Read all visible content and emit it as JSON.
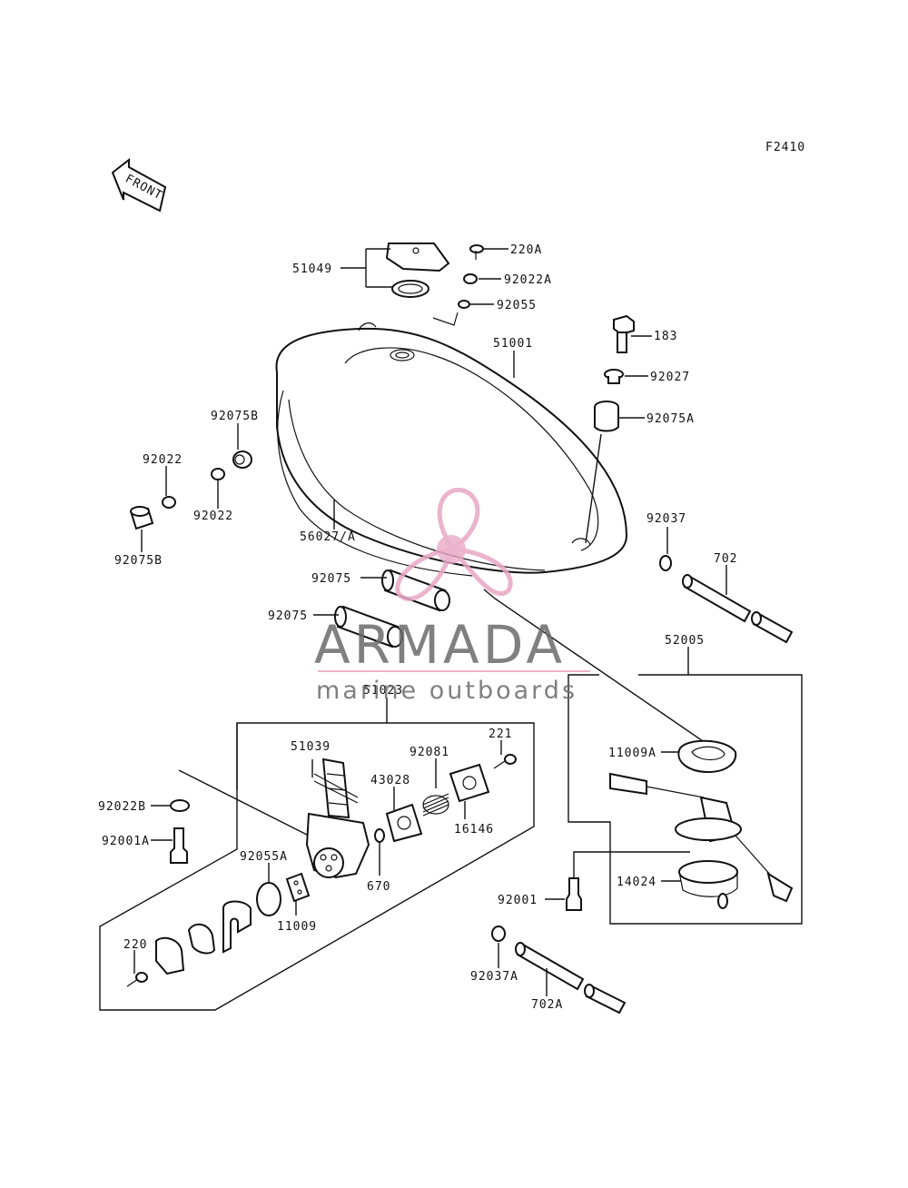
{
  "figure_code": "F2410",
  "front_arrow_label": "FRONT",
  "watermark": {
    "brand": "ARMADA",
    "tagline": "marine outboards",
    "accent": "#e8a6c4",
    "text_color": "#6a6a6a"
  },
  "labels": {
    "p51049": "51049",
    "p220A": "220A",
    "p92022A": "92022A",
    "p92055": "92055",
    "p51001": "51001",
    "p183": "183",
    "p92027": "92027",
    "p92075A": "92075A",
    "p92075B_top": "92075B",
    "p92022_left": "92022",
    "p92022_mid": "92022",
    "p92075B_bot": "92075B",
    "p56027": "56027/A",
    "p92037": "92037",
    "p702": "702",
    "p92075_a": "92075",
    "p92075_b": "92075",
    "p52005": "52005",
    "p51023": "51023",
    "p221": "221",
    "p51039": "51039",
    "p92081": "92081",
    "p43028": "43028",
    "p11009A": "11009A",
    "p92022B": "92022B",
    "p16146": "16146",
    "p92001A": "92001A",
    "p92055A": "92055A",
    "p670": "670",
    "p11009": "11009",
    "p14024": "14024",
    "p92001": "92001",
    "p220": "220",
    "p92037A": "92037A",
    "p702A": "702A"
  }
}
